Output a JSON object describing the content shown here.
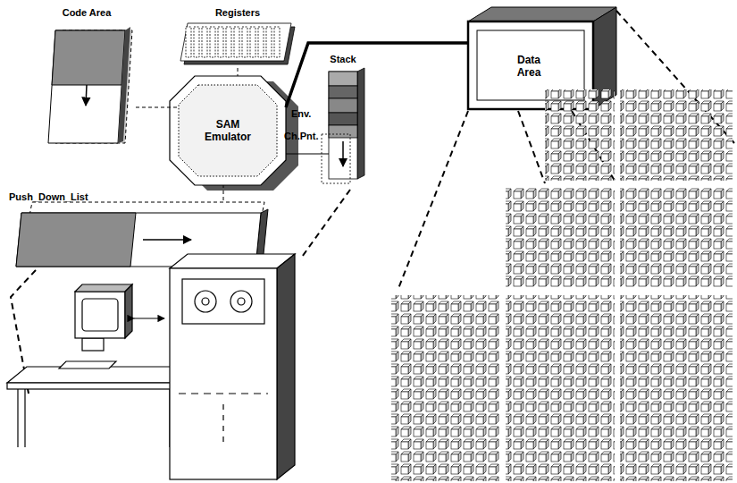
{
  "diagram": {
    "nodes": [
      {
        "text": [
          "Code Area"
        ]
      },
      {
        "text": [
          "Registers"
        ]
      },
      {
        "text": [
          "SAM Emulator"
        ]
      },
      {
        "text": [
          "Stack"
        ]
      },
      {
        "text": [
          "Push_Down_List"
        ]
      },
      {
        "text": [
          "Data Area"
        ]
      }
    ],
    "edges": [
      {
        "from": 0,
        "to": 2,
        "arrow": "none"
      },
      {
        "from": 1,
        "to": 2,
        "arrow": "none"
      },
      {
        "from": 4,
        "to": 2,
        "arrow": "none"
      },
      {
        "from": 2,
        "to": 3,
        "arrow": "none"
      },
      {
        "from": 2,
        "to": 5,
        "arrow": "none"
      }
    ],
    "labels": [
      "Env.",
      "Ch.Pnt."
    ]
  }
}
